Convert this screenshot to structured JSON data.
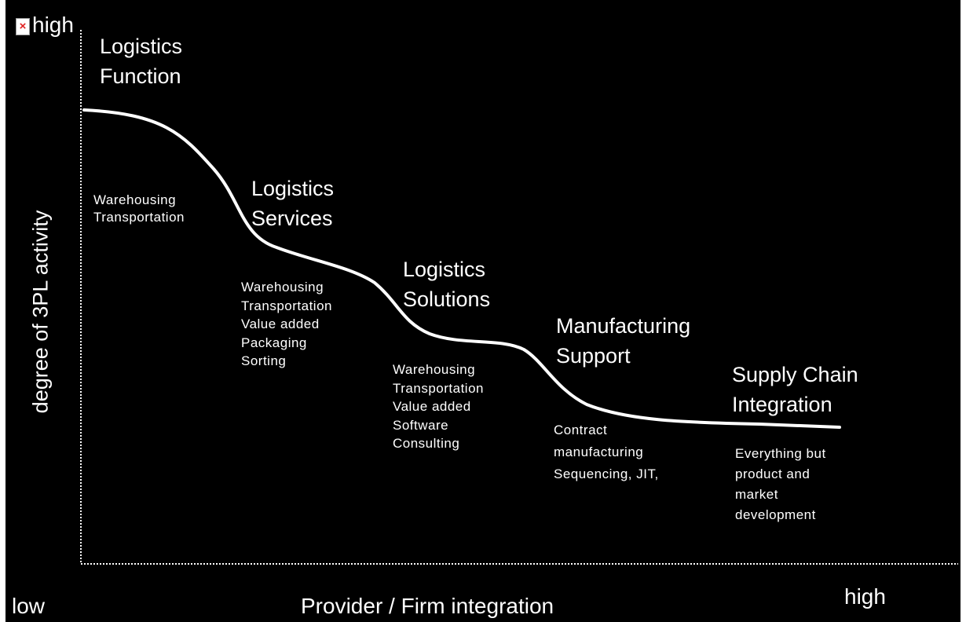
{
  "y_axis": {
    "high_label": "high",
    "title": "degree of 3PL activity"
  },
  "x_axis": {
    "low_label": "low",
    "title": "Provider / Firm integration",
    "high_label": "high"
  },
  "stages": [
    {
      "title_lines": [
        "Logistics",
        "Function"
      ],
      "items": [
        "Warehousing",
        "Transportation"
      ]
    },
    {
      "title_lines": [
        "Logistics",
        "Services"
      ],
      "items": [
        "Warehousing",
        "Transportation",
        "Value added",
        "Packaging",
        "Sorting"
      ]
    },
    {
      "title_lines": [
        "Logistics",
        "Solutions"
      ],
      "items": [
        "Warehousing",
        "Transportation",
        "Value added",
        "Software",
        "Consulting"
      ]
    },
    {
      "title_lines": [
        "Manufacturing",
        "Support"
      ],
      "items": [
        "Contract",
        "manufacturing",
        "Sequencing, JIT,"
      ]
    },
    {
      "title_lines": [
        "Supply Chain",
        "Integration"
      ],
      "items": [
        "Everything but",
        "product and",
        "market",
        "development"
      ]
    }
  ],
  "colors": {
    "background": "#000000",
    "foreground": "#ffffff",
    "broken_icon": "#e02020"
  },
  "icons": {
    "missing_image": "broken-image-icon"
  }
}
